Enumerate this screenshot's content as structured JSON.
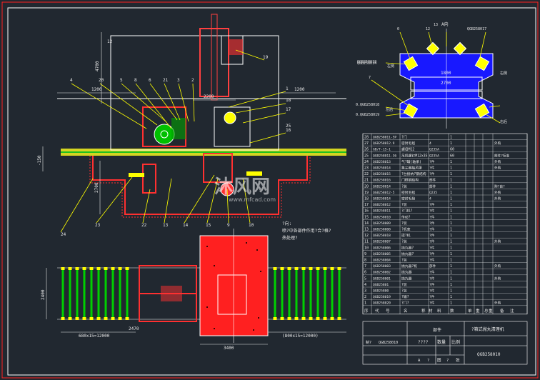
{
  "drawing": {
    "title_block": {
      "part_label": "部件",
      "drawing_title": "?箱式抛丸清理机",
      "drawing_number": "QGB258010",
      "scale_label": "比例",
      "weight_label": "数量",
      "qty_marks": "????",
      "sheet_marks": [
        "A",
        "?",
        "图",
        "?",
        "张"
      ],
      "designer_row": [
        "制?",
        "QGB258010"
      ]
    },
    "bom_header": [
      "序",
      "代",
      "号",
      "名",
      "称",
      "数",
      "材",
      "料",
      "单",
      "重",
      "总",
      "重",
      "备",
      "注"
    ],
    "bom_rows": [
      {
        "no": "28",
        "code": "QGB258011-5P",
        "name": "?门",
        "qty": "1",
        "mat": "",
        "note": ""
      },
      {
        "no": "27",
        "code": "QGB258012.9",
        "name": "密封毛毡",
        "qty": "1",
        "mat": "4",
        "note": "外购"
      },
      {
        "no": "26",
        "code": "GB/T-15-1",
        "name": "螺母M12",
        "qty": "60",
        "mat": "Q235A",
        "note": ""
      },
      {
        "no": "25",
        "code": "QGB258011-36",
        "name": "吊机螺钉M12x35",
        "qty": "60",
        "mat": "Q235A",
        "note": "部件?标准"
      },
      {
        "no": "24",
        "code": "QGB258013",
        "name": "气?罐(轴承)",
        "qty": "1",
        "mat": "?件",
        "note": "外购"
      },
      {
        "no": "23",
        "code": "QGB258014",
        "name": "集尘器抽风罩",
        "qty": "1",
        "mat": "?件",
        "note": "外购"
      },
      {
        "no": "22",
        "code": "QGB258015",
        "name": "?台接纳?钢结构",
        "qty": "1",
        "mat": "?件",
        "note": ""
      },
      {
        "no": "21",
        "code": "QGB258016",
        "name": "门框钢结构",
        "qty": "1",
        "mat": "部件",
        "note": ""
      },
      {
        "no": "20",
        "code": "QGB258014",
        "name": "?装",
        "qty": "1",
        "mat": "部件",
        "note": "购?自?"
      },
      {
        "no": "19",
        "code": "QGB258012-5",
        "name": "密封毛毡",
        "qty": "1",
        "mat": "Q235",
        "note": "外购"
      },
      {
        "no": "18",
        "code": "QGB258014",
        "name": "密封毛毡",
        "qty": "1",
        "mat": "4",
        "note": "外购"
      },
      {
        "no": "17",
        "code": "QGB258012",
        "name": "?装",
        "qty": "1",
        "mat": "?件",
        "note": ""
      },
      {
        "no": "16",
        "code": "QGB258011",
        "name": "?门机?",
        "qty": "1",
        "mat": "?件",
        "note": ""
      },
      {
        "no": "15",
        "code": "QGB258010",
        "name": "传动?",
        "qty": "1",
        "mat": "?件",
        "note": ""
      },
      {
        "no": "14",
        "code": "QGB258009",
        "name": "?装",
        "qty": "1",
        "mat": "?件",
        "note": ""
      },
      {
        "no": "13",
        "code": "QGB258008",
        "name": "?机室",
        "qty": "1",
        "mat": "?件",
        "note": ""
      },
      {
        "no": "12",
        "code": "QGB258018",
        "name": "提?机",
        "qty": "1",
        "mat": "?件",
        "note": ""
      },
      {
        "no": "11",
        "code": "QGB258007",
        "name": "?装",
        "qty": "1",
        "mat": "?件",
        "note": "外购"
      },
      {
        "no": "10",
        "code": "QGB258006",
        "name": "抛丸器?",
        "qty": "1",
        "mat": "?件",
        "note": ""
      },
      {
        "no": "9",
        "code": "QGB258005",
        "name": "抛丸器?",
        "qty": "1",
        "mat": "?件",
        "note": ""
      },
      {
        "no": "8",
        "code": "QGB258004",
        "name": "?装",
        "qty": "1",
        "mat": "?件",
        "note": ""
      },
      {
        "no": "7",
        "code": "QGB258003",
        "name": "抛丸器?机",
        "qty": "1",
        "mat": "部件",
        "note": "外购"
      },
      {
        "no": "6",
        "code": "QGB258002",
        "name": "抛丸器",
        "qty": "1",
        "mat": "?件",
        "note": ""
      },
      {
        "no": "5",
        "code": "QGB258001",
        "name": "抛丸器",
        "qty": "1",
        "mat": "?件",
        "note": "外购"
      },
      {
        "no": "4",
        "code": "QGB25801",
        "name": "?装",
        "qty": "1",
        "mat": "?件",
        "note": ""
      },
      {
        "no": "3",
        "code": "QGB25800",
        "name": "?装",
        "qty": "1",
        "mat": "?件",
        "note": ""
      },
      {
        "no": "2",
        "code": "QGB258019",
        "name": "?输?",
        "qty": "1",
        "mat": "?件",
        "note": ""
      },
      {
        "no": "1",
        "code": "QGB258020",
        "name": "?门?",
        "qty": "1",
        "mat": "?件",
        "note": "外购"
      }
    ],
    "balloons_main": [
      "4",
      "20",
      "5",
      "8",
      "6",
      "21",
      "3",
      "2",
      "1",
      "19",
      "18",
      "17",
      "16",
      "25",
      "24",
      "23",
      "22",
      "13",
      "14",
      "15",
      "9",
      "10",
      "12"
    ],
    "dims": {
      "overall_height": "4700",
      "width_left": "1200",
      "width_right": "1200",
      "center_width": "2200",
      "pit_depth": "2700",
      "floor_level": "-150",
      "plan_width": "2400",
      "plan_left": "680x15=12000",
      "plan_right": "(800x15=12000)",
      "plan_center": "3400",
      "pit_level": "2470"
    },
    "section_view": {
      "top_label": "A向",
      "labels": [
        "0",
        "12",
        "13",
        "QGB258017",
        "QGB258014",
        "QGB258018",
        "7",
        "0.QGB258018",
        "0.QGB258019",
        "左侧",
        "右侧",
        "左后",
        "右后"
      ],
      "dim_width": "1800",
      "dim_total": "2700"
    },
    "notes": [
      "?向:",
      "喷?中各部件作用?合?格?",
      "热处理?"
    ],
    "watermark": "沐风网",
    "watermark_url": "www.mfcad.com",
    "colors": {
      "background": "#212830",
      "accent_yellow": "#ffff00",
      "accent_red": "#ff3030",
      "accent_green": "#00d000",
      "accent_blue": "#2020ff",
      "line_white": "#ffffff"
    }
  }
}
